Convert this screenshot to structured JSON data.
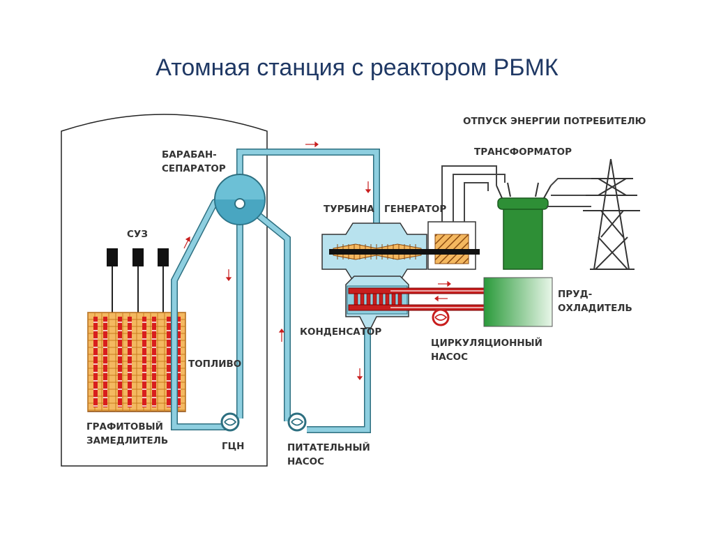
{
  "title": "Атомная станция с реактором РБМК",
  "labels": {
    "energy_out": "ОТПУСК ЭНЕРГИИ ПОТРЕБИТЕЛЮ",
    "transformer": "ТРАНСФОРМАТОР",
    "drum_l1": "БАРАБАН-",
    "drum_l2": "СЕПАРАТОР",
    "turbine": "ТУРБИНА",
    "generator": "ГЕНЕРАТОР",
    "suz": "СУЗ",
    "pond_l1": "ПРУД-",
    "pond_l2": "ОХЛАДИТЕЛЬ",
    "fuel": "ТОПЛИВО",
    "condenser": "КОНДЕНСАТОР",
    "circ_pump_l1": "ЦИРКУЛЯЦИОННЫЙ",
    "circ_pump_l2": "НАСОС",
    "graphite_l1": "ГРАФИТОВЫЙ",
    "graphite_l2": "ЗАМЕДЛИТЕЛЬ",
    "gcn": "ГЦН",
    "feed_pump_l1": "ПИТАТЕЛЬНЫЙ",
    "feed_pump_l2": "НАСОС"
  },
  "colors": {
    "water": "#8ecfe0",
    "pipe_outline": "#2d6f80",
    "fuel_block": "#f4b860",
    "fuel_rod": "#d81e1e",
    "transformer": "#2e8f36",
    "pond_dark": "#2a9a3a",
    "pond_light": "#e9f6e9",
    "title": "#1f3864"
  }
}
